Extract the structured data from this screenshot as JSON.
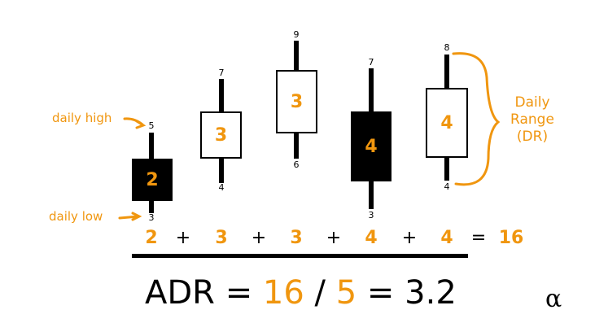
{
  "candles": [
    {
      "high": "5",
      "low": "3",
      "range": "2",
      "color": "black"
    },
    {
      "high": "7",
      "low": "4",
      "range": "3",
      "color": "white"
    },
    {
      "high": "9",
      "low": "6",
      "range": "3",
      "color": "white"
    },
    {
      "high": "7",
      "low": "3",
      "range": "4",
      "color": "black"
    },
    {
      "high": "8",
      "low": "4",
      "range": "4",
      "color": "white"
    }
  ],
  "annotations": {
    "daily_high": "daily high",
    "daily_low": "daily low",
    "dr_line1": "Daily",
    "dr_line2": "Range",
    "dr_line3": "(DR)"
  },
  "sum_row": {
    "plus": "+",
    "equals": "=",
    "total": "16"
  },
  "formula": {
    "label": "ADR",
    "eq1": "=",
    "numerator": "16",
    "slash": "/",
    "denominator": "5",
    "eq2": "=",
    "result": "3.2"
  },
  "logo": "α",
  "colors": {
    "accent": "#f0960f"
  }
}
